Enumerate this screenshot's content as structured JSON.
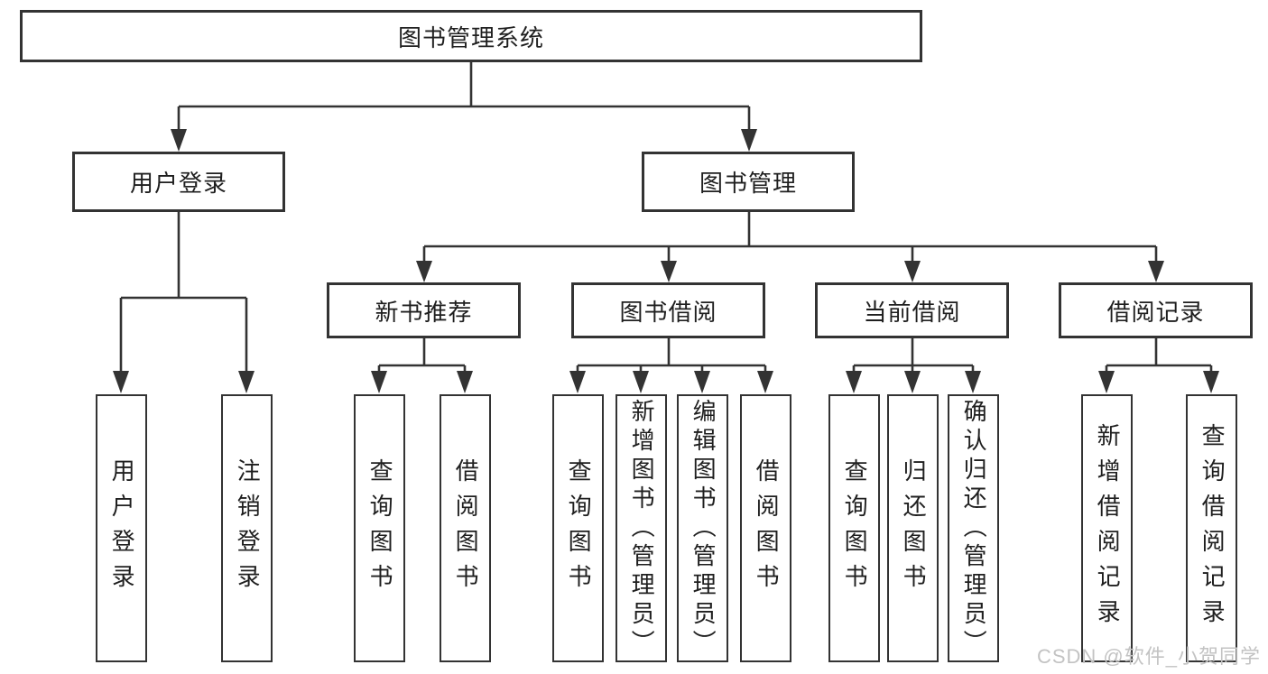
{
  "diagram": {
    "colors": {
      "line": "#333333",
      "text": "#1f1f1f",
      "background": "#ffffff",
      "watermark": "#c3c3c3"
    },
    "root": {
      "label": "图书管理系统"
    },
    "level2": [
      {
        "label": "用户登录"
      },
      {
        "label": "图书管理"
      }
    ],
    "level3": [
      {
        "label": "新书推荐",
        "parent": "图书管理"
      },
      {
        "label": "图书借阅",
        "parent": "图书管理"
      },
      {
        "label": "当前借阅",
        "parent": "图书管理"
      },
      {
        "label": "借阅记录",
        "parent": "图书管理"
      }
    ],
    "leaves": [
      {
        "label": "用户登录",
        "parent": "用户登录"
      },
      {
        "label": "注销登录",
        "parent": "用户登录"
      },
      {
        "label": "查询图书",
        "parent": "新书推荐"
      },
      {
        "label": "借阅图书",
        "parent": "新书推荐"
      },
      {
        "label": "查询图书",
        "parent": "图书借阅"
      },
      {
        "label": "新增图书（管理员）",
        "parent": "图书借阅"
      },
      {
        "label": "编辑图书（管理员）",
        "parent": "图书借阅"
      },
      {
        "label": "借阅图书",
        "parent": "图书借阅"
      },
      {
        "label": "查询图书",
        "parent": "当前借阅"
      },
      {
        "label": "归还图书",
        "parent": "当前借阅"
      },
      {
        "label": "确认归还（管理员）",
        "parent": "当前借阅"
      },
      {
        "label": "新增借阅记录",
        "parent": "借阅记录"
      },
      {
        "label": "查询借阅记录",
        "parent": "借阅记录"
      }
    ],
    "watermark": "CSDN @软件_小贺同学"
  }
}
